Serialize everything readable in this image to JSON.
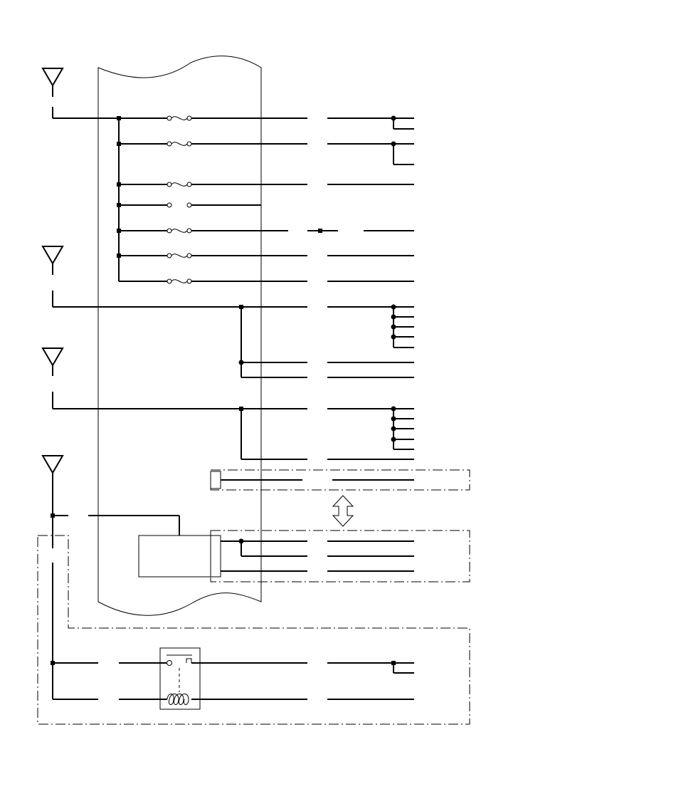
{
  "diagram": {
    "kind": "wiring-schematic",
    "power_sources": 4,
    "fuses": 7,
    "open_fuse_slots": 1,
    "relays": 1,
    "connector_boxes": 2,
    "icons": [
      "battery-terminal-icon",
      "fuse-icon",
      "relay-icon",
      "double-arrow-icon",
      "splice-dot-icon"
    ]
  }
}
